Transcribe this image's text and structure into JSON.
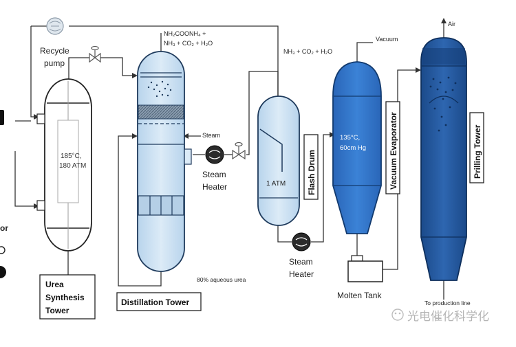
{
  "labels": {
    "recycle_pump_line1": "Recycle",
    "recycle_pump_line2": "pump",
    "nh2coonh4_top": "NH₂COONH₄ +",
    "nh2coonh4_bottom": "NH₃ + CO₂ + H₂O",
    "flash_vapor": "NH₃ + CO₂ + H₂O",
    "vacuum": "Vacuum",
    "air": "Air",
    "steam": "Steam",
    "steam_heater_1_line1": "Steam",
    "steam_heater_1_line2": "Heater",
    "steam_heater_2_line1": "Steam",
    "steam_heater_2_line2": "Heater",
    "aqueous_urea": "80% aqueous urea",
    "molten_tank": "Molten Tank",
    "to_production_line": "To production line",
    "reactor_cond_line1": "185°C,",
    "reactor_cond_line2": "180 ATM",
    "flash_cond": "1 ATM",
    "evap_cond_line1": "135°C,",
    "evap_cond_line2": "60cm Hg",
    "left_edge_partial": "or",
    "watermark": "光电催化科学化"
  },
  "vessels": {
    "urea_synthesis_line1": "Urea",
    "urea_synthesis_line2": "Synthesis",
    "urea_synthesis_line3": "Tower",
    "distillation": "Distillation Tower",
    "flash_drum": "Flash Drum",
    "vacuum_evaporator": "Vacuum Evaporator",
    "prilling_tower": "Prilling Tower"
  },
  "colors": {
    "light_blue": "#cfe3f2",
    "mid_blue": "#2c6fc0",
    "dark_blue": "#1f4f8f",
    "line": "#333333"
  }
}
